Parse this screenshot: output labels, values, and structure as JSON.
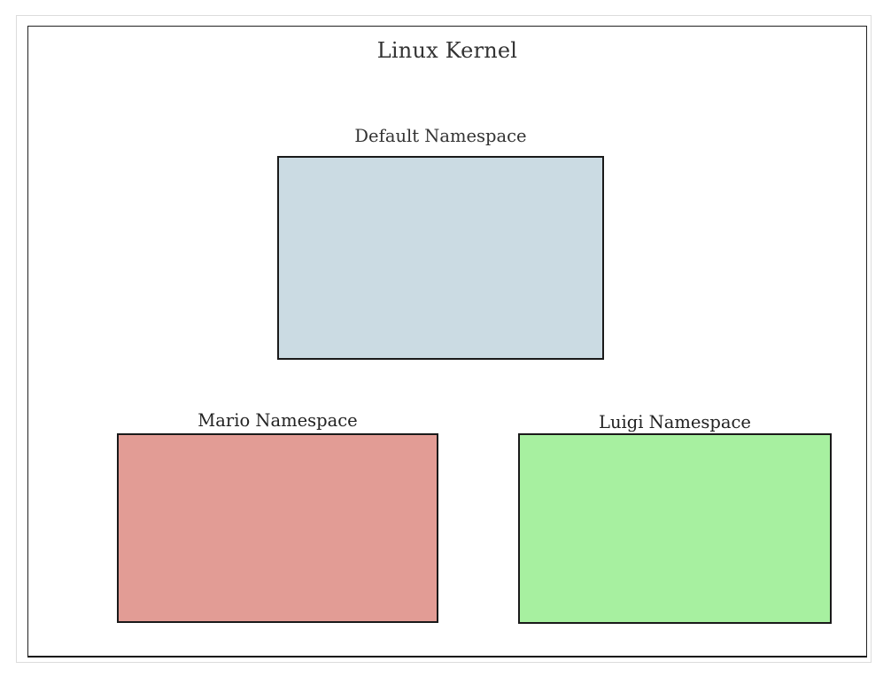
{
  "kernel": {
    "title": "Linux Kernel"
  },
  "namespaces": [
    {
      "label": "Default Namespace",
      "fill": "#cbdbe3"
    },
    {
      "label": "Mario Namespace",
      "fill": "#e29c95"
    },
    {
      "label": "Luigi Namespace",
      "fill": "#a7f0a0"
    }
  ]
}
